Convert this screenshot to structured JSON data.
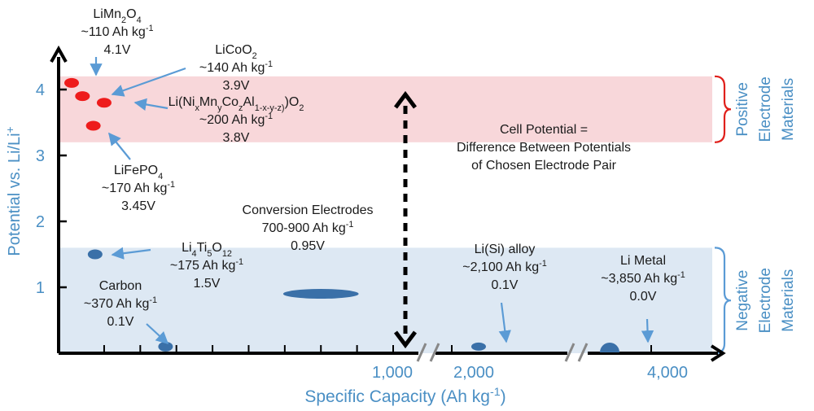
{
  "chart_data": {
    "type": "scatter",
    "xlabel": "Specific Capacity (Ah kg",
    "xlabel_sup": "-1",
    "xlabel_end": ")",
    "ylabel": "Potential vs. Li/Li",
    "ylabel_sup": "+",
    "y_ticks": [
      "1",
      "2",
      "3",
      "4"
    ],
    "x_ticks": [
      "1,000",
      "2,000",
      "4,000"
    ],
    "axis_break": true,
    "bands": [
      {
        "name": "positive",
        "y_range": [
          3.2,
          4.2
        ],
        "color": "#f8d7da",
        "label_lines": [
          "Positive",
          "Electrode",
          "Materials"
        ],
        "bracket_color": "#e0201b"
      },
      {
        "name": "negative",
        "y_range": [
          0.0,
          1.6
        ],
        "color": "#dde8f3",
        "label_lines": [
          "Negative",
          "Electrode",
          "Materials"
        ],
        "bracket_color": "#5b9bd5"
      }
    ],
    "points": [
      {
        "name": "LiMn2O4",
        "capacity": 110,
        "potential": 4.1,
        "color": "#ee1c1c",
        "label": [
          [
            {
              "t": "LiMn"
            },
            {
              "t": "2",
              "sub": true
            },
            {
              "t": "O"
            },
            {
              "t": "4",
              "sub": true
            }
          ],
          [
            {
              "t": "~110 Ah kg"
            },
            {
              "t": "-1",
              "sup": true
            }
          ],
          [
            {
              "t": "4.1V"
            }
          ]
        ]
      },
      {
        "name": "LiCoO2",
        "capacity": 140,
        "potential": 3.9,
        "color": "#ee1c1c",
        "label": [
          [
            {
              "t": "LiCoO"
            },
            {
              "t": "2",
              "sub": true
            }
          ],
          [
            {
              "t": "~140 Ah kg"
            },
            {
              "t": "-1",
              "sup": true
            }
          ],
          [
            {
              "t": "3.9V"
            }
          ]
        ]
      },
      {
        "name": "NMC/NCA",
        "capacity": 200,
        "potential": 3.8,
        "color": "#ee1c1c",
        "label": [
          [
            {
              "t": "Li(Ni"
            },
            {
              "t": "x",
              "sub": true
            },
            {
              "t": "Mn"
            },
            {
              "t": "y",
              "sub": true
            },
            {
              "t": "Co"
            },
            {
              "t": "z",
              "sub": true
            },
            {
              "t": "Al"
            },
            {
              "t": "1-x-y-z)",
              "sub": true
            },
            {
              "t": ")O"
            },
            {
              "t": "2",
              "sub": true
            }
          ],
          [
            {
              "t": "~200 Ah kg"
            },
            {
              "t": "-1",
              "sup": true
            }
          ],
          [
            {
              "t": "3.8V"
            }
          ]
        ]
      },
      {
        "name": "LiFePO4",
        "capacity": 170,
        "potential": 3.45,
        "color": "#ee1c1c",
        "label": [
          [
            {
              "t": "LiFePO"
            },
            {
              "t": "4",
              "sub": true
            }
          ],
          [
            {
              "t": "~170 Ah kg"
            },
            {
              "t": "-1",
              "sup": true
            }
          ],
          [
            {
              "t": "3.45V"
            }
          ]
        ]
      },
      {
        "name": "Li4Ti5O12",
        "capacity": 175,
        "potential": 1.5,
        "color": "#3a70a8",
        "label": [
          [
            {
              "t": "Li"
            },
            {
              "t": "4",
              "sub": true
            },
            {
              "t": "Ti"
            },
            {
              "t": "5",
              "sub": true
            },
            {
              "t": "O"
            },
            {
              "t": "12",
              "sub": true
            }
          ],
          [
            {
              "t": "~175 Ah kg"
            },
            {
              "t": "-1",
              "sup": true
            }
          ],
          [
            {
              "t": "1.5V"
            }
          ]
        ]
      },
      {
        "name": "Carbon",
        "capacity": 370,
        "potential": 0.1,
        "color": "#3a70a8",
        "label": [
          [
            {
              "t": "Carbon"
            }
          ],
          [
            {
              "t": "~370 Ah kg"
            },
            {
              "t": "-1",
              "sup": true
            }
          ],
          [
            {
              "t": "0.1V"
            }
          ]
        ]
      },
      {
        "name": "Conversion Electrodes",
        "capacity_range": [
          700,
          900
        ],
        "potential": 0.95,
        "color": "#3a70a8",
        "label": [
          [
            {
              "t": "Conversion Electrodes"
            }
          ],
          [
            {
              "t": "700-900 Ah kg"
            },
            {
              "t": "-1",
              "sup": true
            }
          ],
          [
            {
              "t": "0.95V"
            }
          ]
        ]
      },
      {
        "name": "Li(Si) alloy",
        "capacity": 2100,
        "potential": 0.1,
        "color": "#3a70a8",
        "label": [
          [
            {
              "t": "Li(Si) alloy"
            }
          ],
          [
            {
              "t": "~2,100 Ah kg"
            },
            {
              "t": "-1",
              "sup": true
            }
          ],
          [
            {
              "t": "0.1V"
            }
          ]
        ]
      },
      {
        "name": "Li Metal",
        "capacity": 3850,
        "potential": 0.0,
        "color": "#3a70a8",
        "label": [
          [
            {
              "t": "Li Metal"
            }
          ],
          [
            {
              "t": "~3,850 Ah kg"
            },
            {
              "t": "-1",
              "sup": true
            }
          ],
          [
            {
              "t": "0.0V"
            }
          ]
        ]
      }
    ],
    "cell_potential_note": [
      "Cell Potential =",
      "Difference Between Potentials",
      "of Chosen Electrode Pair"
    ]
  }
}
